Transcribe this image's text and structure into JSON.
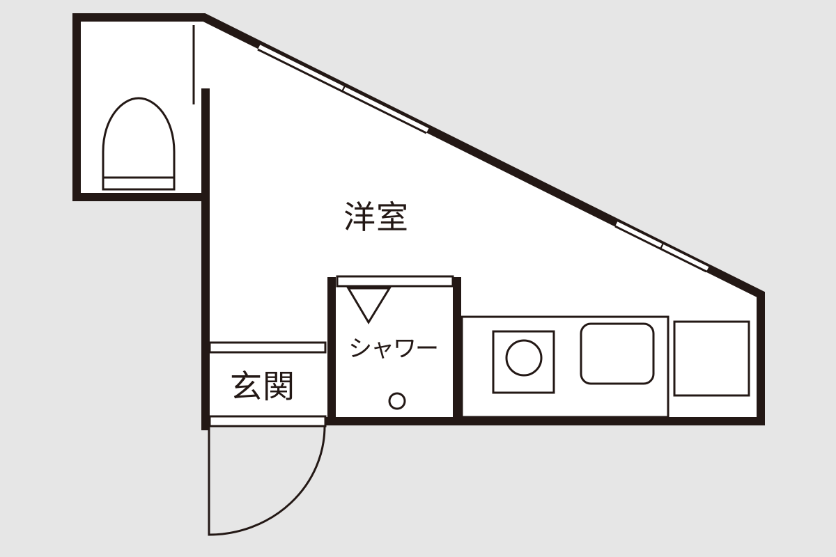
{
  "plan": {
    "rooms": {
      "main_room": "洋室",
      "shower": "シャワー",
      "entrance": "玄関"
    },
    "colors": {
      "background": "#e6e6e6",
      "floor": "#ffffff",
      "wall": "#231815"
    }
  }
}
